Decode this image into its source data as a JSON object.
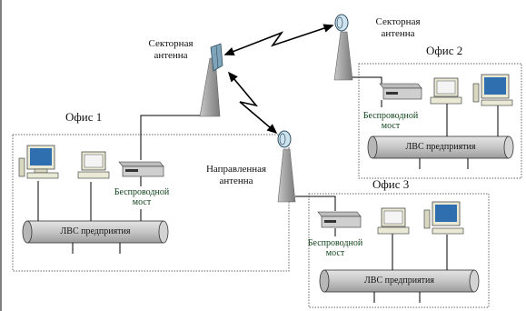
{
  "colors": {
    "line": "#000000",
    "office_border": "#555555",
    "cylinder_body": "#c9c9c9",
    "cylinder_end": "#b7b7b7",
    "tower": "#a8a8a8",
    "bridge_text": "#0b3f16"
  },
  "antennas": {
    "sector_center": {
      "label_line1": "Секторная",
      "label_line2": "антенна",
      "icon": "sector-antenna-icon"
    },
    "sector_right": {
      "label_line1": "Секторная",
      "label_line2": "антенна",
      "icon": "dish-antenna-icon"
    },
    "directional": {
      "label_line1": "Направленная",
      "label_line2": "антенна",
      "icon": "dish-antenna-icon"
    }
  },
  "offices": [
    {
      "title": "Офис 1",
      "bridge_line1": "Беспроводной",
      "bridge_line2": "мост",
      "lan": "ЛВС предприятия"
    },
    {
      "title": "Офис 2",
      "bridge_line1": "Беспроводной",
      "bridge_line2": "мост",
      "lan": "ЛВС предприятия"
    },
    {
      "title": "Офис 3",
      "bridge_line1": "Беспроводной",
      "bridge_line2": "мост",
      "lan": "ЛВС предприятия"
    }
  ],
  "device_icons": [
    "computer-icon",
    "wireless-bridge-icon",
    "printer-icon",
    "tower-icon",
    "lightning-link-icon"
  ]
}
